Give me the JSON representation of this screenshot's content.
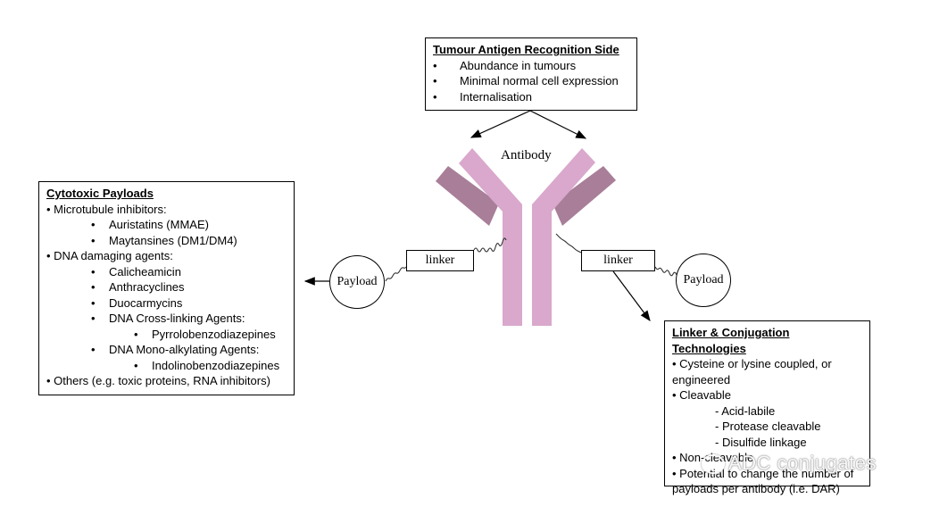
{
  "tumour_box": {
    "title": "Tumour Antigen Recognition Side",
    "items": [
      "Abundance in tumours",
      "Minimal normal cell expression",
      "Internalisation"
    ],
    "bullet": "•"
  },
  "antibody_label": "Antibody",
  "left_linker": "linker",
  "right_linker": "linker",
  "left_payload": "Payload",
  "right_payload": "Payload",
  "payloads_box": {
    "title": "Cytotoxic Payloads",
    "l1": "• Microtubule inhibitors:",
    "l2": "Auristatins (MMAE)",
    "l3": "Maytansines (DM1/DM4)",
    "l4": "• DNA damaging agents:",
    "l5": "Calicheamicin",
    "l6": "Anthracyclines",
    "l7": "Duocarmycins",
    "l8": "DNA Cross-linking Agents:",
    "l9": "Pyrrolobenzodiazepines",
    "l10": "DNA Mono-alkylating Agents:",
    "l11": "Indolinobenzodiazepines",
    "l12": "• Others (e.g. toxic proteins, RNA inhibitors)",
    "bullet": "•"
  },
  "linker_box": {
    "title": "Linker & Conjugation Technologies",
    "l1": "• Cysteine or lysine coupled, or",
    "l2": "engineered",
    "l3": "• Cleavable",
    "l4": "- Acid-labile",
    "l5": "- Protease cleavable",
    "l6": "- Disulfide linkage",
    "l7": "• Non-cleavable",
    "l8": "• Potential to change the number of",
    "l9": "payloads per antibody (i.e. DAR)"
  },
  "watermark": "ADC conjugates",
  "colors": {
    "antibody_body": "#d9a8cc",
    "antibody_shadow": "#c98fb9",
    "antibody_arm": "#a87e98"
  }
}
